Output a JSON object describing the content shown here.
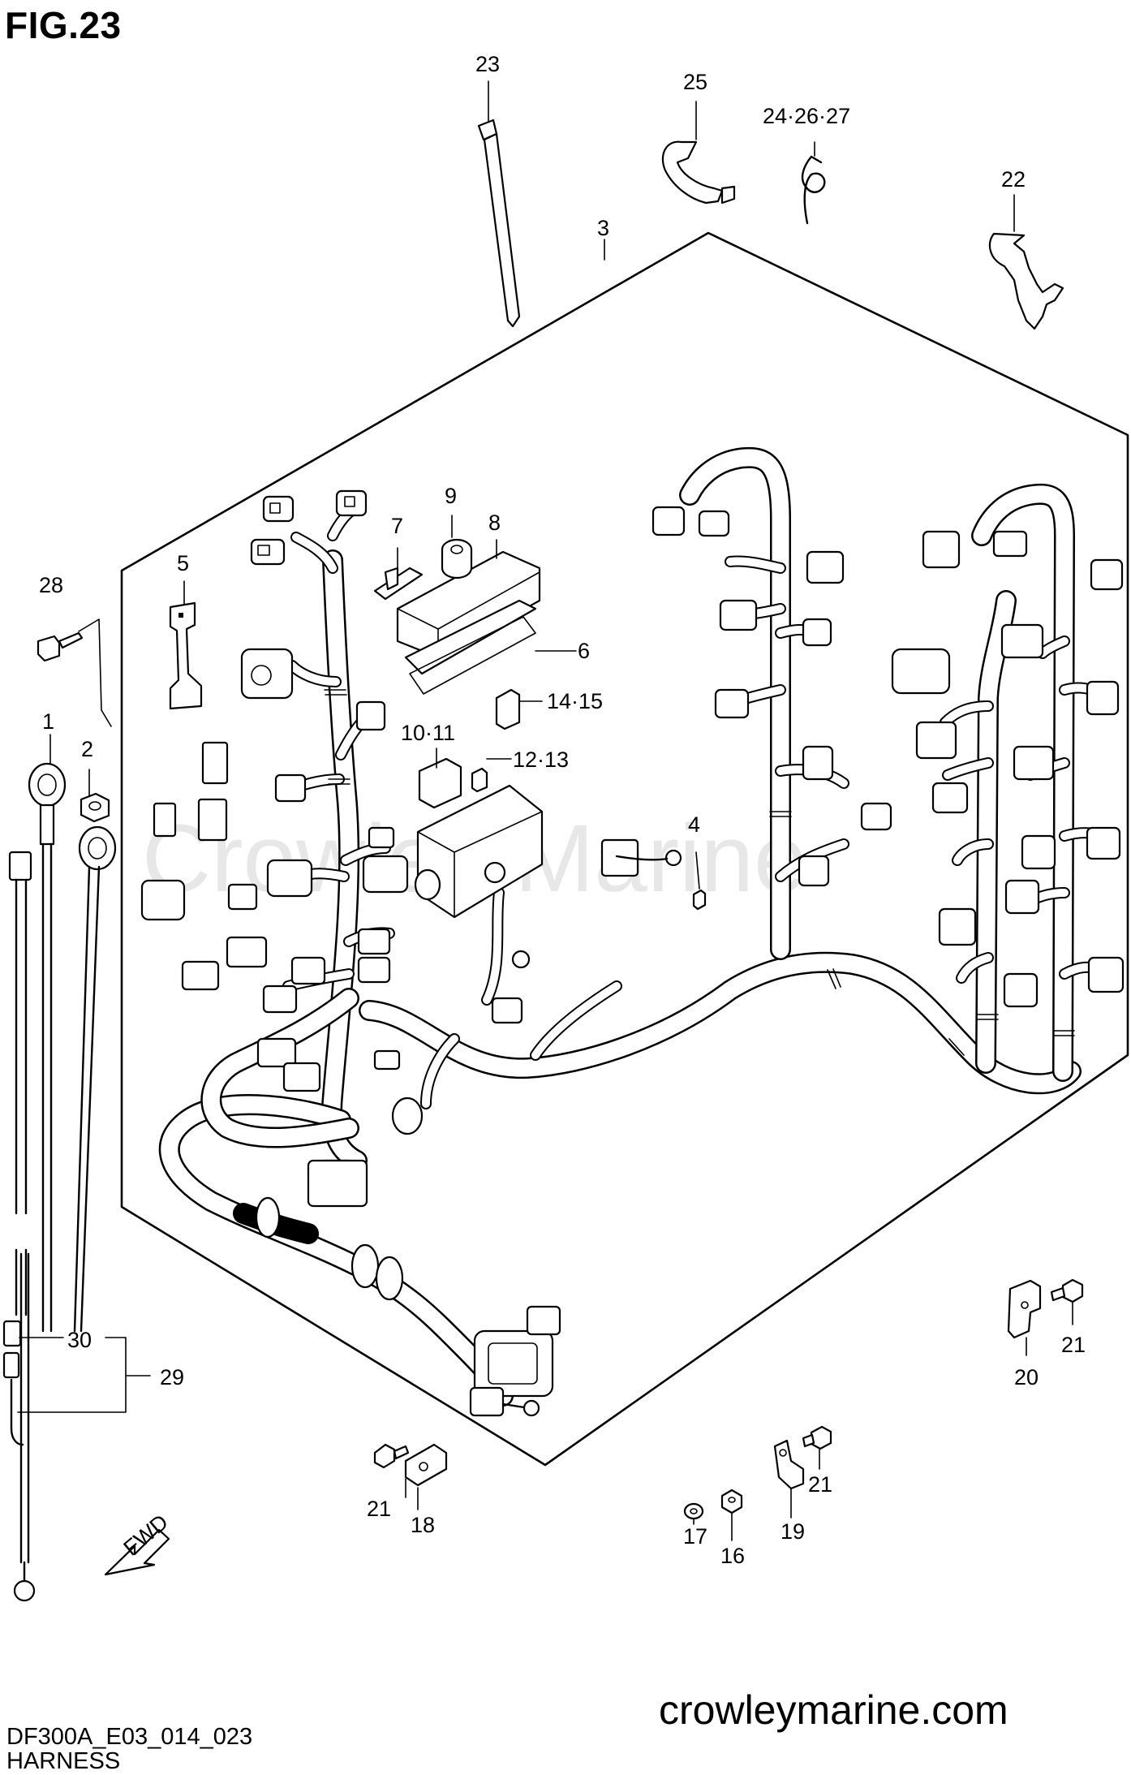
{
  "figure": {
    "title": "FIG.23",
    "model_code": "DF300A_E03_014_023",
    "page_name": "HARNESS",
    "website": "crowleymarine.com",
    "watermark": "Crowley Marine",
    "fwd_arrow": "FWD"
  },
  "callouts": [
    "1",
    "2",
    "3",
    "4",
    "5",
    "6",
    "7",
    "8",
    "9",
    "10·11",
    "12·13",
    "14·15",
    "16",
    "17",
    "18",
    "19",
    "20",
    "21",
    "21",
    "21",
    "22",
    "23",
    "24·26·27",
    "25",
    "28",
    "29",
    "30"
  ],
  "colors": {
    "ink": "#000000",
    "paper": "#ffffff",
    "watermark": "#c7c7c7"
  }
}
